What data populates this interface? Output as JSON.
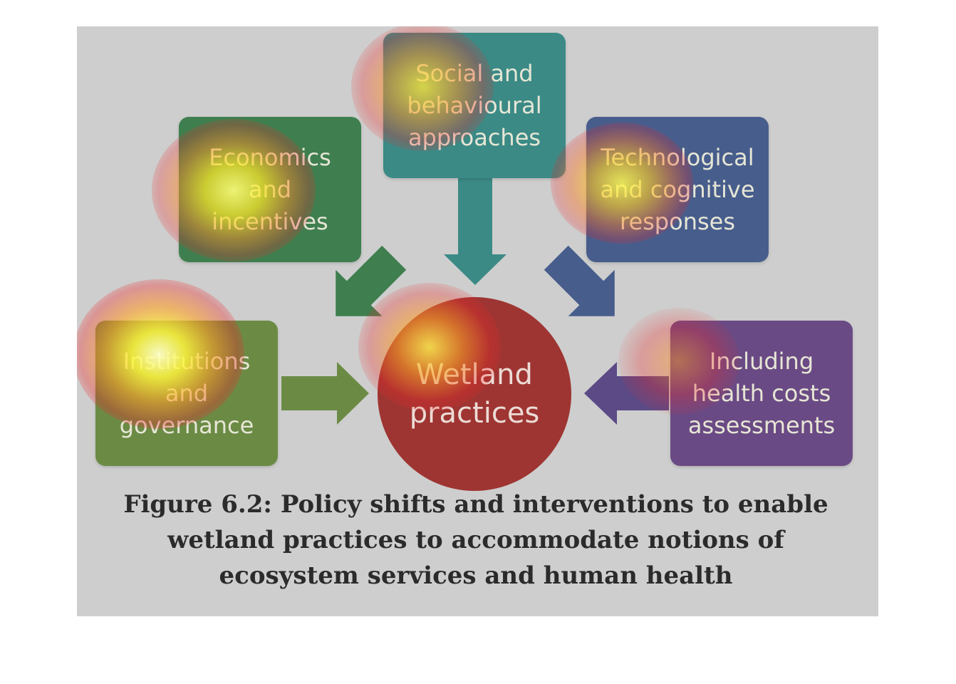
{
  "diagram": {
    "center": {
      "label": "Wetland\npractices",
      "color": "#9e3532"
    },
    "nodes": [
      {
        "id": "social",
        "label": "Social and\nbehavioural\napproaches",
        "color": "#3b8a86"
      },
      {
        "id": "economics",
        "label": "Economics\nand\nincentives",
        "color": "#3f7f4f"
      },
      {
        "id": "technological",
        "label": "Technological\nand cognitive\nresponses",
        "color": "#475d8c"
      },
      {
        "id": "institutions",
        "label": "Institutions\nand\ngovernance",
        "color": "#6b8b45"
      },
      {
        "id": "health",
        "label": "Including\nhealth costs\nassessments",
        "color": "#6a4a84"
      }
    ]
  },
  "caption": "Figure 6.2: Policy shifts and interventions to enable wetland practices to accommodate notions of ecosystem services and human health"
}
